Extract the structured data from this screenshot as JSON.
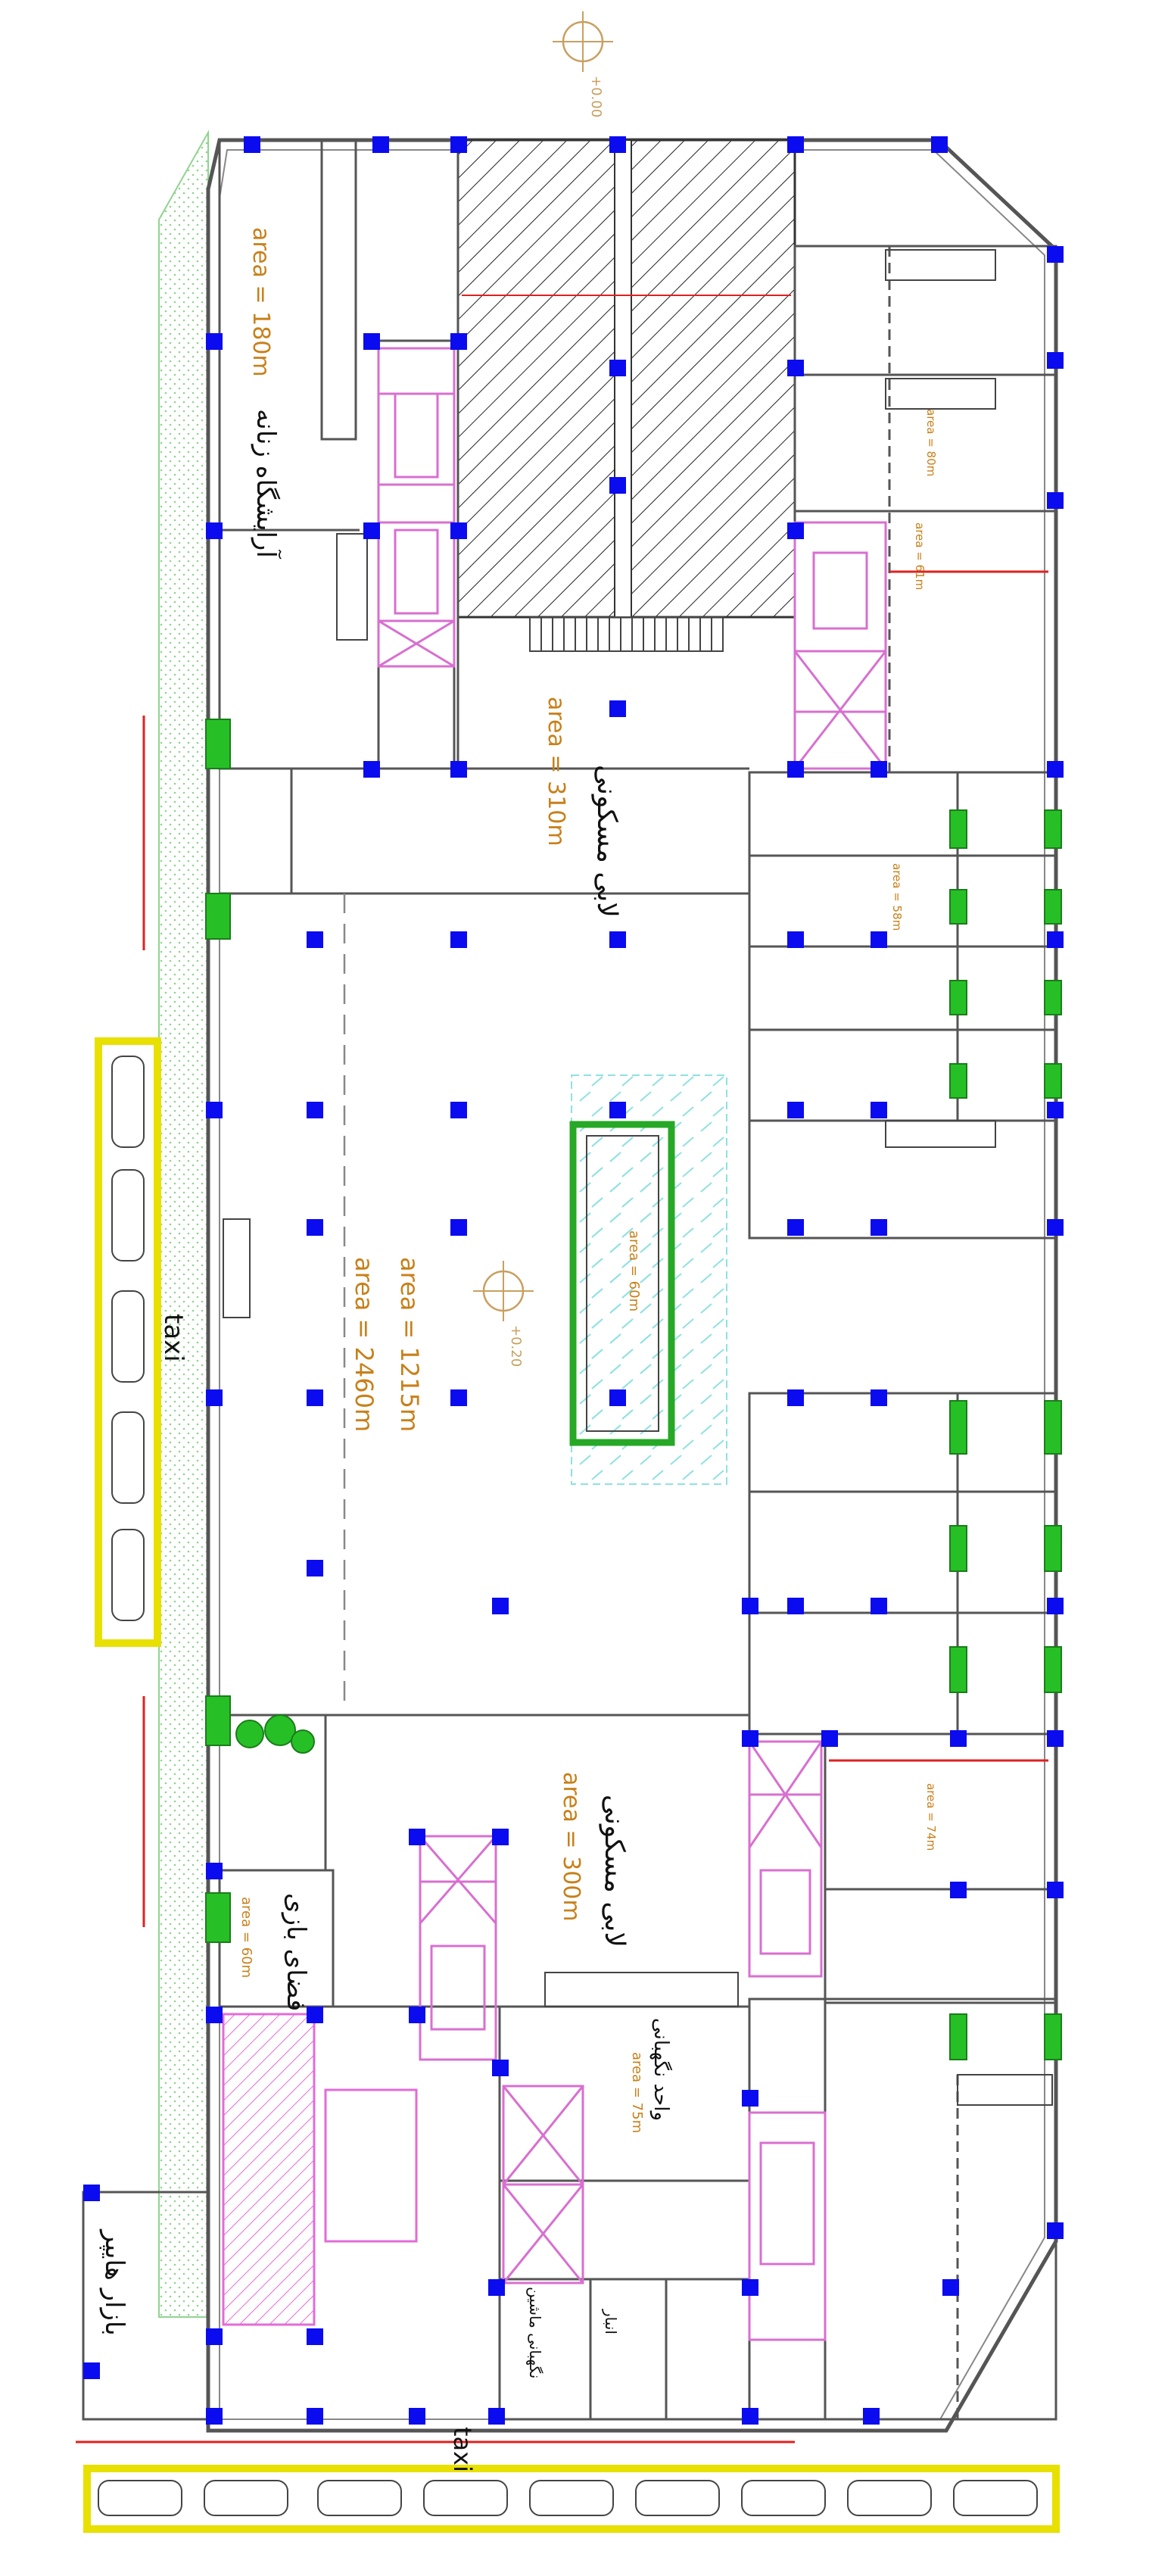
{
  "plan": {
    "levels": {
      "top": "+0.00",
      "center": "+0.20"
    },
    "taxi": {
      "left": "taxi",
      "bottom": "taxi"
    },
    "areas": {
      "salon": "area = 180m",
      "lobby_top": "area = 310m",
      "main_1": "area = 1215m",
      "main_2": "area = 2460m",
      "atrium": "area = 60m",
      "lobby_bottom": "area = 300m",
      "play": "area = 60m",
      "unit_75": "area = 75m",
      "shop_80": "area = 80m",
      "shop_61": "area = 61m",
      "shop_58": "area = 58m",
      "shop_74": "area = 74m"
    },
    "rooms": {
      "salon": "آرایشگاه زنانه",
      "lobby_top": "لابی مسکونی",
      "lobby_bottom": "لابی مسکونی",
      "play": "فضای بازی",
      "unit": "واحد نگهبانی",
      "market": "بازار هایپر",
      "guard": "نگهبانی ماشین",
      "store": "انبار"
    }
  }
}
